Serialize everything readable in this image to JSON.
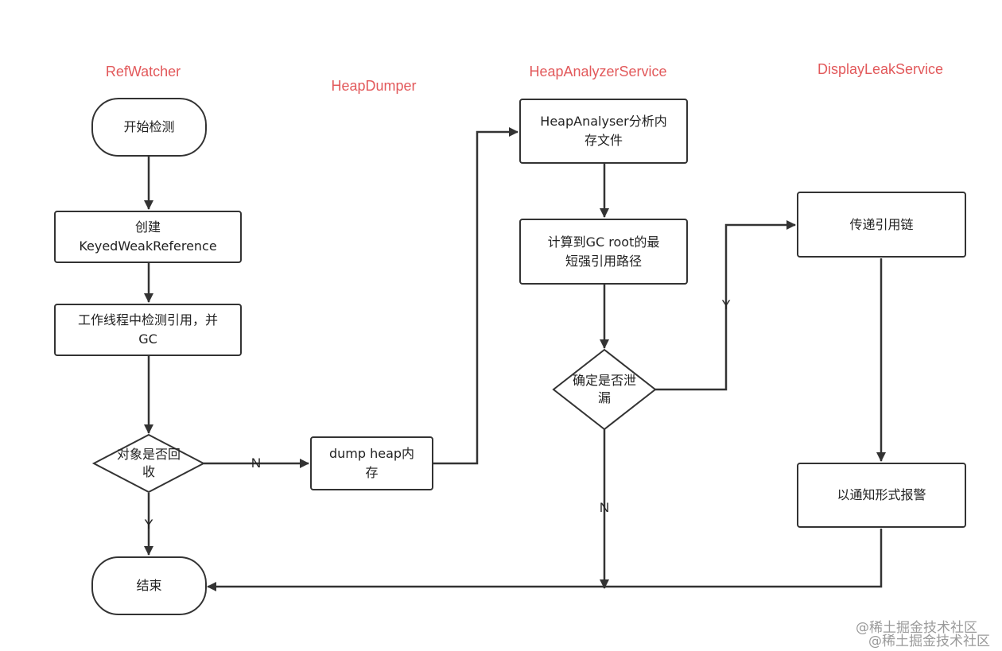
{
  "lanes": {
    "refwatcher": "RefWatcher",
    "heapdumper": "HeapDumper",
    "heapanalyzer": "HeapAnalyzerService",
    "displayleak": "DisplayLeakService"
  },
  "nodes": {
    "start": "开始检测",
    "create_ref": "创建\nKeyedWeakReference",
    "worker_check": "工作线程中检测引用，并\nGC",
    "recycled": "对象是否回\n收",
    "end": "结束",
    "dump_heap": "dump heap内\n存",
    "analyse": "HeapAnalyser分析内\n存文件",
    "shortest_path": "计算到GC root的最\n短强引用路径",
    "is_leak": "确定是否泄\n漏",
    "pass_chain": "传递引用链",
    "notify": "以通知形式报警"
  },
  "edge_labels": {
    "recycled_no": "N",
    "recycled_yes": "Y",
    "leak_yes": "Y",
    "leak_no": "N"
  },
  "watermark": {
    "line1": "@稀土掘金技术社区",
    "line2": "@稀土掘金技术社区"
  },
  "colors": {
    "lane_title": "#e2595b",
    "stroke": "#333333",
    "watermark": "#9a9a9a"
  }
}
